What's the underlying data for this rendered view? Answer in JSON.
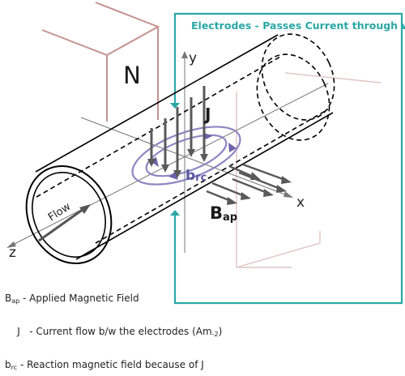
{
  "diagram": {
    "electrodes_label": "Electrodes - Passes Current through water",
    "magnet_pole": "N",
    "axis_x": "x",
    "axis_y": "y",
    "axis_z": "z",
    "flow_label": "Flow",
    "j_label": "J",
    "brc_main": "b",
    "brc_sub": "rc",
    "bap_main": "B",
    "bap_sub": "ap"
  },
  "legend": {
    "items": [
      {
        "sym": "B",
        "sub": "ap",
        "desc": " - Applied Magnetic Field"
      },
      {
        "sym": "J",
        "sub": "",
        "desc": "   - Current flow b/w the electrodes (Am",
        "tail": "-2",
        "close": ")"
      },
      {
        "sym": "b",
        "sub": "rc",
        "desc": " - Reaction magnetic field because of J"
      }
    ]
  },
  "colors": {
    "electrode": "#2aa8a6",
    "magnet": "#c4928f",
    "field": "#7a6fb0",
    "arrows": "#595959",
    "pipe": "#000000"
  }
}
